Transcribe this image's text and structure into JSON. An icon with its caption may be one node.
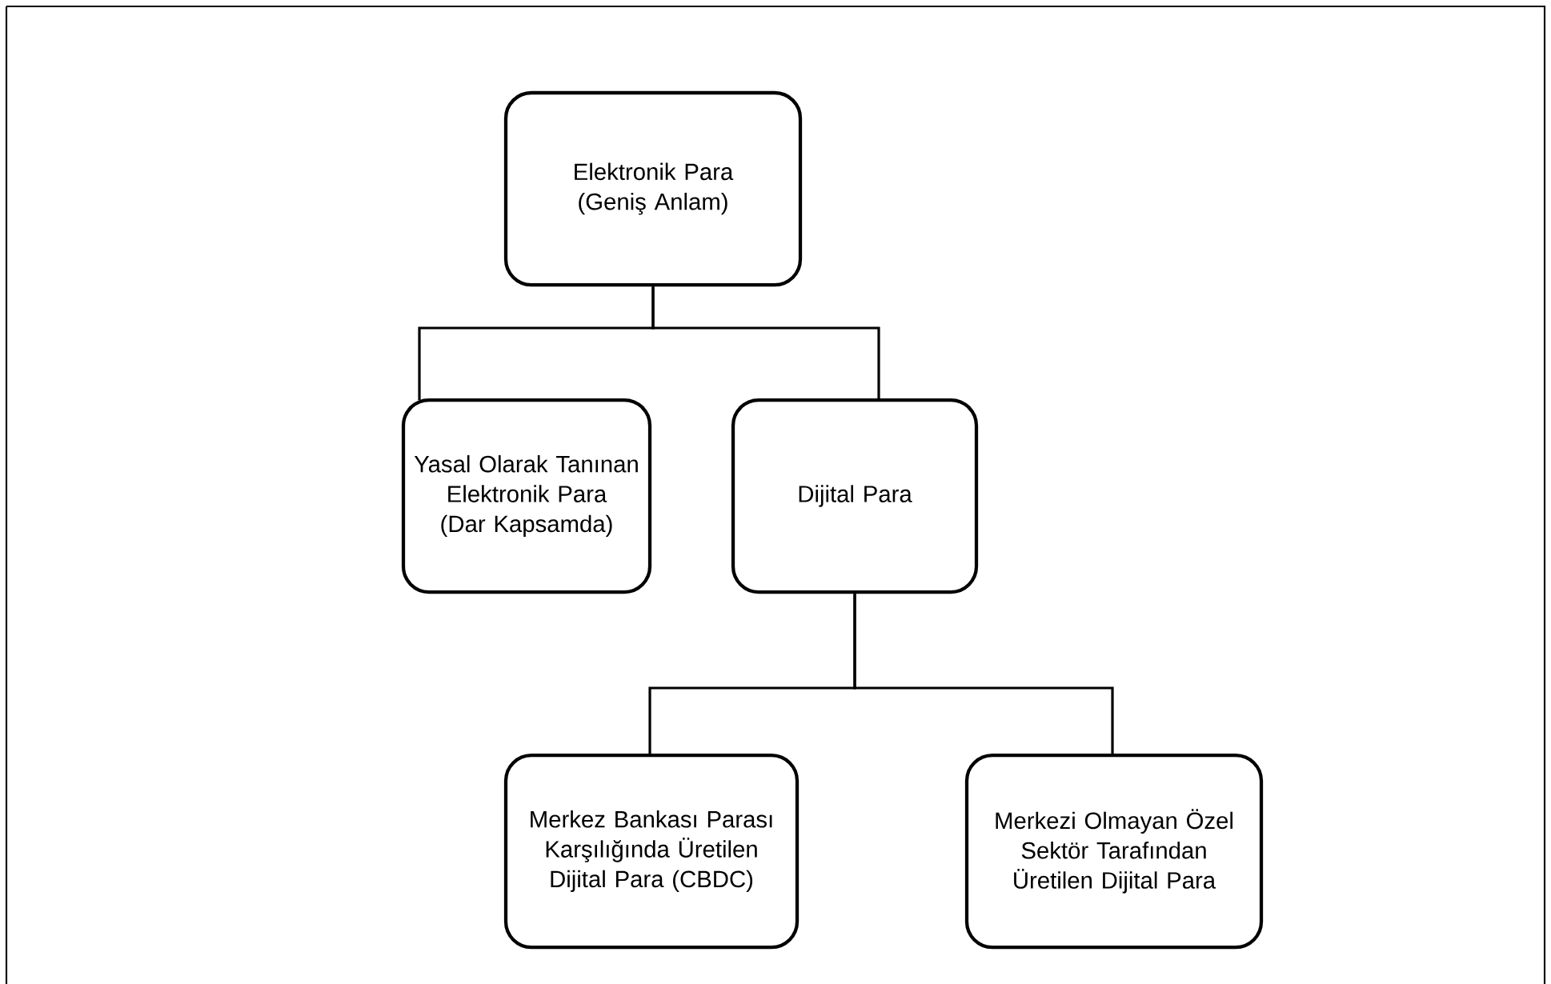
{
  "diagram": {
    "nodes": [
      {
        "text": [
          "Elektronik Para (Geniş Anlam)"
        ]
      },
      {
        "text": [
          "Yasal Olarak Tanınan Elektronik Para (Dar Kapsamda)"
        ]
      },
      {
        "text": [
          "Dijital Para"
        ]
      },
      {
        "text": [
          "Merkez Bankası Parası Karşılığında Üretilen Dijital Para (CBDC)"
        ]
      },
      {
        "text": [
          "Merkezi Olmayan Özel Sektör Tarafından Üretilen Dijital Para"
        ]
      }
    ],
    "edges": [
      {
        "from": 0,
        "to": 1,
        "arrow": "none"
      },
      {
        "from": 0,
        "to": 2,
        "arrow": "none"
      },
      {
        "from": 2,
        "to": 3,
        "arrow": "none"
      },
      {
        "from": 2,
        "to": 4,
        "arrow": "none"
      }
    ]
  }
}
